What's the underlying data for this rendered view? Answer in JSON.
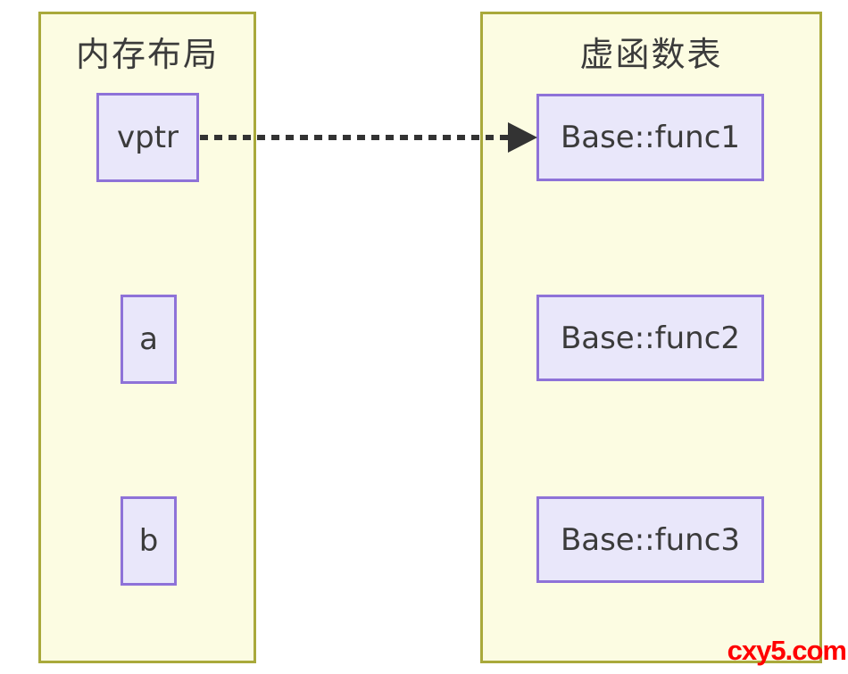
{
  "diagram": {
    "left_panel": {
      "title": "内存布局",
      "boxes": [
        {
          "label": "vptr"
        },
        {
          "label": "a"
        },
        {
          "label": "b"
        }
      ]
    },
    "right_panel": {
      "title": "虚函数表",
      "boxes": [
        {
          "label": "Base::func1"
        },
        {
          "label": "Base::func2"
        },
        {
          "label": "Base::func3"
        }
      ]
    },
    "arrow": {
      "from": "vptr",
      "to": "Base::func1",
      "style": "dashed"
    },
    "watermark": "cxy5.com",
    "colors": {
      "panel_fill": "#FCFCE2",
      "panel_border": "#A9A93B",
      "box_fill": "#E9E7FA",
      "box_border": "#8E72D8",
      "text": "#3B3B3B",
      "arrow": "#333333",
      "watermark": "#FF0000"
    }
  }
}
